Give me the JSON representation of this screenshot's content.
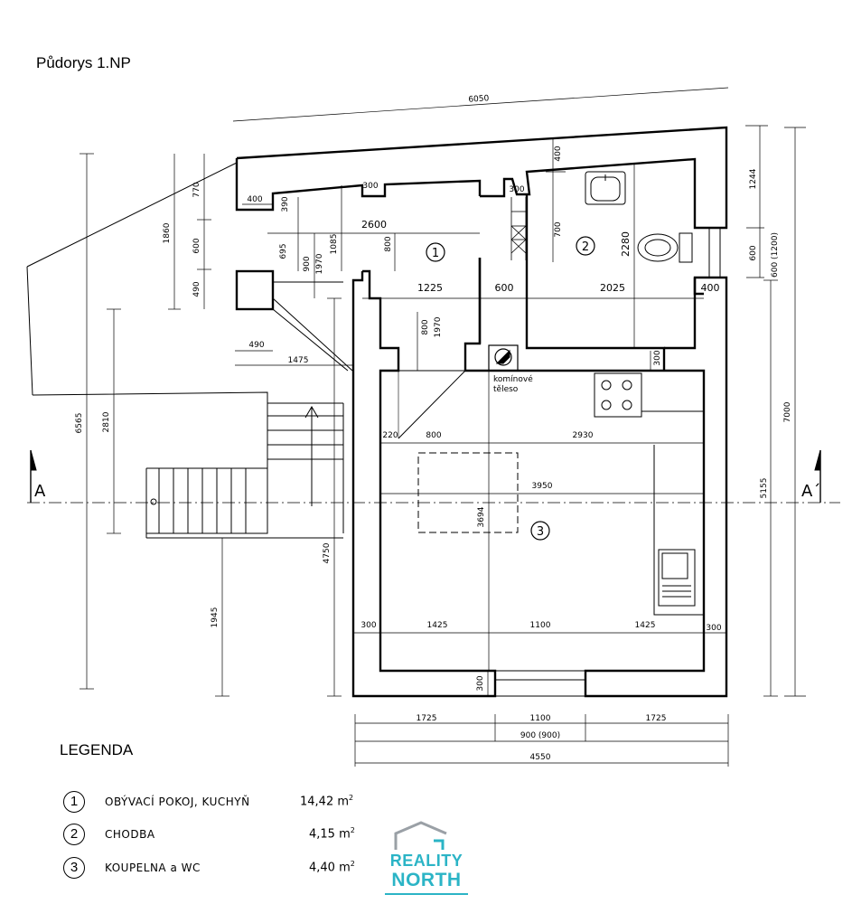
{
  "title": "Půdorys  1.NP",
  "legend_title": "LEGENDA",
  "legend": [
    {
      "num": "1",
      "name": "OBÝVACÍ  POKOJ,  KUCHYŇ",
      "area": "14,42  m",
      "unit_sup": "2"
    },
    {
      "num": "2",
      "name": "CHODBA",
      "area": "4,15  m",
      "unit_sup": "2"
    },
    {
      "num": "3",
      "name": "KOUPELNA  a  WC",
      "area": "4,40  m",
      "unit_sup": "2"
    }
  ],
  "room_markers": [
    "1",
    "2",
    "3"
  ],
  "section_labels": [
    "A",
    "A´"
  ],
  "chimney_label": [
    "komínové",
    "těleso"
  ],
  "dimensions": {
    "d6050": "6050",
    "d1244": "1244",
    "d600a": "600",
    "d600b": "600 (1200)",
    "d7000": "7000",
    "d5155": "5155",
    "d6565": "6565",
    "d2810": "2810",
    "d4750": "4750",
    "d1945": "1945",
    "d1860": "1860",
    "d770": "770",
    "d600c": "600",
    "d490a": "490",
    "d400a": "400",
    "d390": "390",
    "d300a": "300",
    "d300b": "300",
    "d2600": "2600",
    "d800a": "800",
    "d695": "695",
    "d900": "900",
    "d1970a": "1970",
    "d1085": "1085",
    "d400b": "400",
    "d700": "700",
    "d2280": "2280",
    "d1225": "1225",
    "d600d": "600",
    "d2025": "2025",
    "d400c": "400",
    "d800b": "800",
    "d1970b": "1970",
    "d490b": "490",
    "d1475": "1475",
    "d300c": "300",
    "d220": "220",
    "d800c": "800",
    "d2930": "2930",
    "d3950": "3950",
    "d3694": "3694",
    "d300d": "300",
    "d1425a": "1425",
    "d1100a": "1100",
    "d1425b": "1425",
    "d300e": "300",
    "d300f": "300",
    "d1725a": "1725",
    "d1100b": "1100",
    "d1725b": "1725",
    "d900b": "900 (900)",
    "d4550": "4550"
  },
  "logo": {
    "line1": "REALITY",
    "line2": "NORTH",
    "color": "#2bb4c6"
  }
}
